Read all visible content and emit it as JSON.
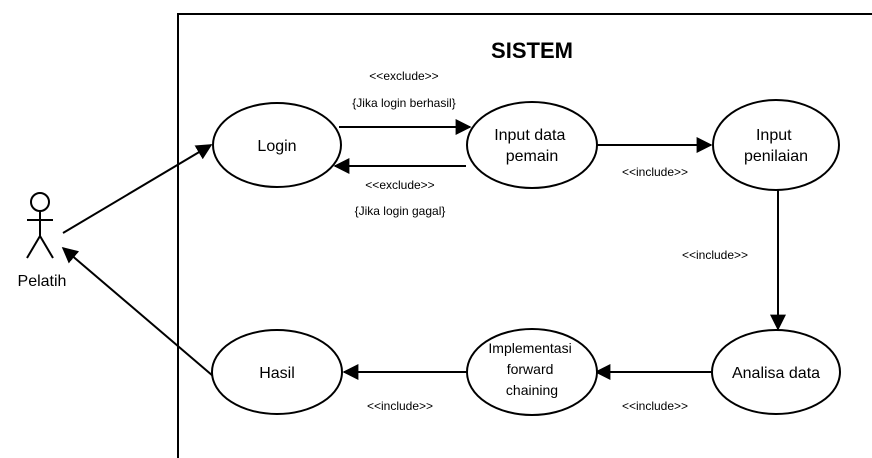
{
  "system": {
    "title": "SISTEM"
  },
  "actor": {
    "name": "Pelatih"
  },
  "use_cases": {
    "login": "Login",
    "input_data_pemain": [
      "Input data",
      "pemain"
    ],
    "input_penilaian": [
      "Input",
      "penilaian"
    ],
    "analisa_data": "Analisa data",
    "implementasi": [
      "Implementasi",
      "forward",
      "chaining"
    ],
    "hasil": "Hasil"
  },
  "relations": {
    "login_to_input": [
      "<<exclude>>",
      "{Jika login berhasil}"
    ],
    "input_to_login": [
      "<<exclude>>",
      "{Jika login gagal}"
    ],
    "input_to_penilaian": "<<include>>",
    "penilaian_to_analisa": "<<include>>",
    "analisa_to_implementasi": "<<include>>",
    "implementasi_to_hasil": "<<include>>"
  }
}
